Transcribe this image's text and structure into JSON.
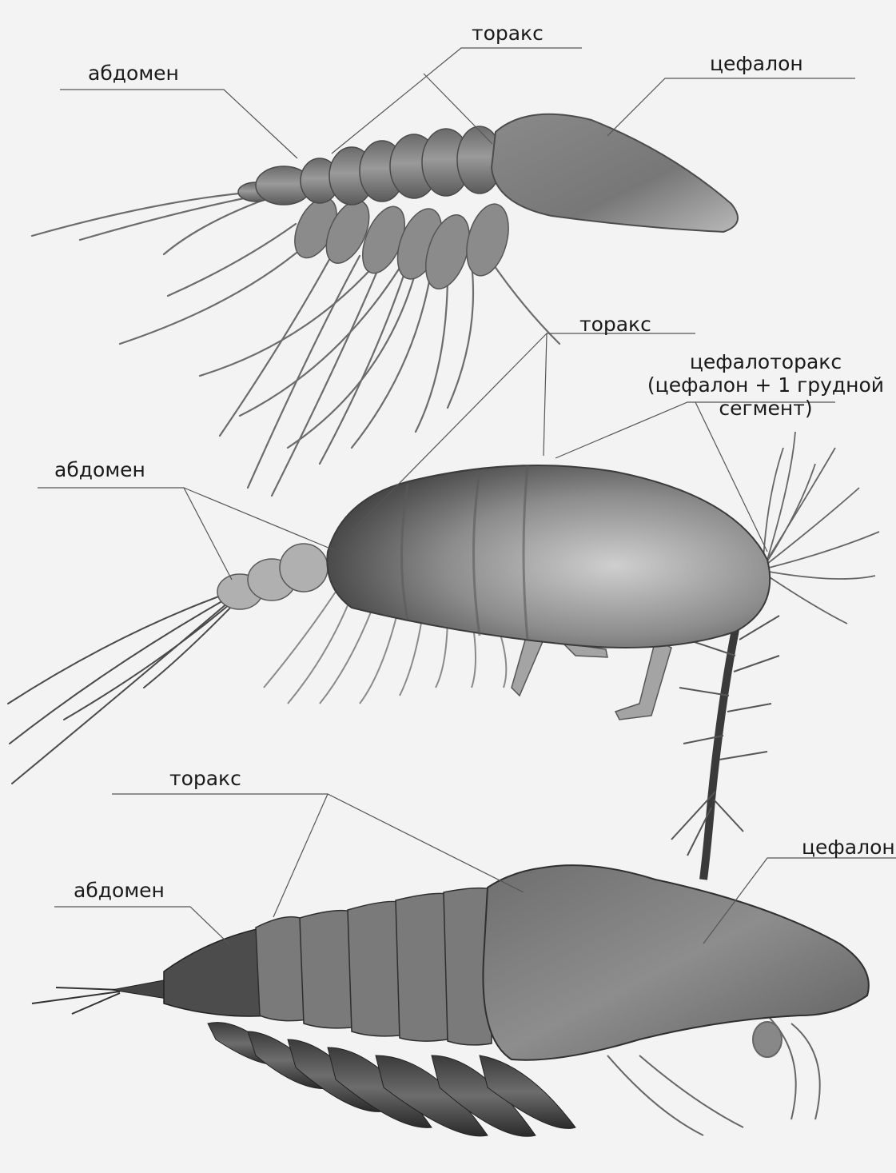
{
  "figures": [
    {
      "name": "top-specimen",
      "labels": {
        "abdomen": "абдомен",
        "thorax": "торакс",
        "cephalon": "цефалон"
      }
    },
    {
      "name": "middle-specimen",
      "labels": {
        "thorax": "торакс",
        "cephalothorax": [
          "цефалоторакс",
          "(цефалон + 1 грудной",
          "сегмент)"
        ],
        "abdomen": "абдомен"
      }
    },
    {
      "name": "bottom-specimen",
      "labels": {
        "thorax": "торакс",
        "cephalon": "цефалон",
        "abdomen": "абдомен"
      }
    }
  ]
}
